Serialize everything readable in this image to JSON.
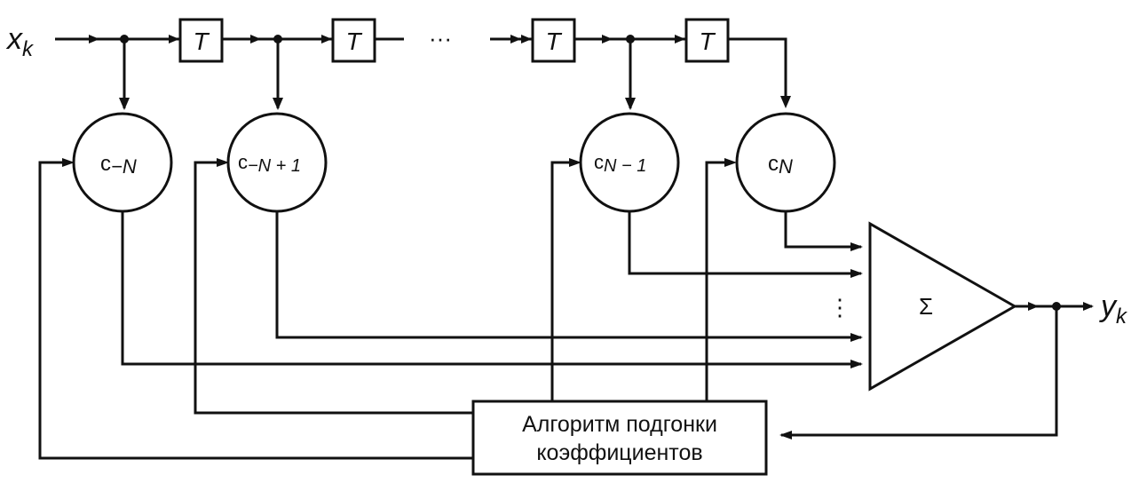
{
  "diagram": {
    "input_label": "x",
    "input_subscript": "k",
    "output_label": "y",
    "output_subscript": "k",
    "delay_label": "T",
    "ellipsis_horizontal": "···",
    "ellipsis_vertical": "⋮",
    "taps": [
      {
        "c": "c",
        "sub": "−N"
      },
      {
        "c": "c",
        "sub": "−N + 1"
      },
      {
        "c": "c",
        "sub": "N − 1"
      },
      {
        "c": "c",
        "sub": "N"
      }
    ],
    "summer_label": "Σ",
    "algorithm_line1": "Алгоритм подгонки",
    "algorithm_line2": "коэффициентов"
  },
  "colors": {
    "stroke": "#111111",
    "background": "#ffffff"
  }
}
